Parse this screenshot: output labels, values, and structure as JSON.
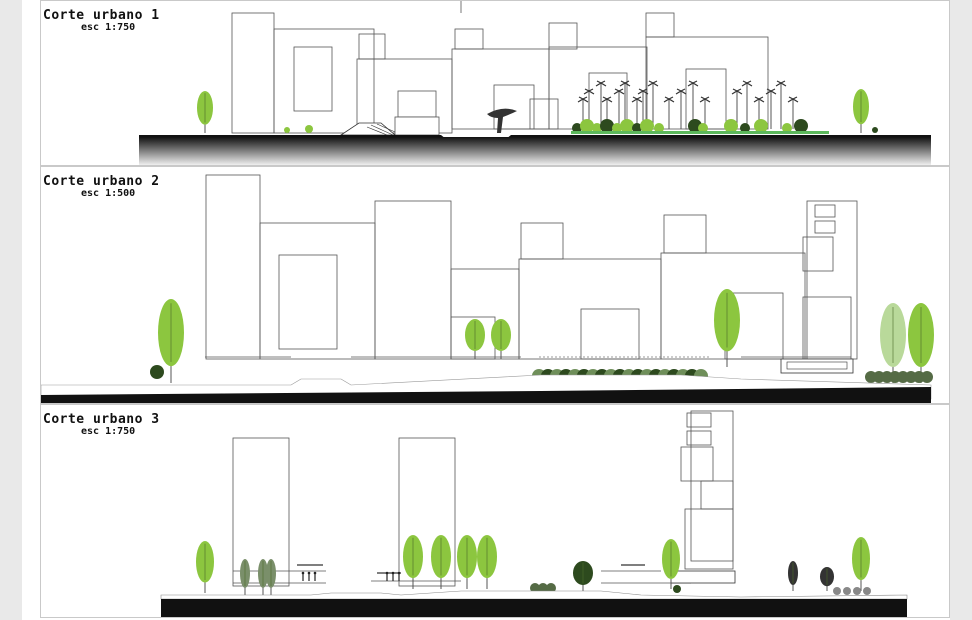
{
  "sections": [
    {
      "title": "Corte urbano 1",
      "scale": "esc 1:750"
    },
    {
      "title": "Corte urbano 2",
      "scale": "esc 1:500"
    },
    {
      "title": "Corte urbano 3",
      "scale": "esc 1:750"
    }
  ],
  "colors": {
    "background": "#e9e9e9",
    "sheet": "#ffffff",
    "outline": "#555555",
    "ground": "#111111",
    "tree_light": "#8cc63f",
    "tree_dark": "#2d4a1e",
    "water": "#4aa3d8"
  },
  "icons": [
    "tree-icon",
    "palm-icon",
    "shrub-icon",
    "person-icon",
    "canopy-sculpture-icon"
  ]
}
